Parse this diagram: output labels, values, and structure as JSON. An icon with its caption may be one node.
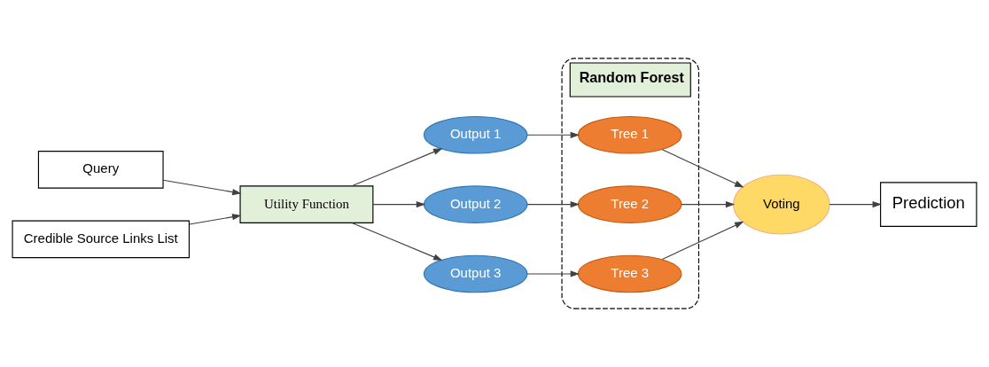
{
  "diagram": {
    "nodes": [
      {
        "text": [
          "Query"
        ]
      },
      {
        "text": [
          "Credible Source Links List"
        ]
      },
      {
        "text": [
          "Utility Function"
        ]
      },
      {
        "text": [
          "Output 1"
        ]
      },
      {
        "text": [
          "Output 2"
        ]
      },
      {
        "text": [
          "Output 3"
        ]
      },
      {
        "text": [
          "Random Forest"
        ]
      },
      {
        "text": [
          "Tree 1"
        ],
        "in": 6
      },
      {
        "text": [
          "Tree 2"
        ],
        "in": 6
      },
      {
        "text": [
          "Tree 3"
        ],
        "in": 6
      },
      {
        "text": [
          "Voting"
        ]
      },
      {
        "text": [
          "Prediction"
        ]
      }
    ],
    "edges": [
      {
        "from": 0,
        "to": 2,
        "arrow": "to"
      },
      {
        "from": 1,
        "to": 2,
        "arrow": "to"
      },
      {
        "from": 2,
        "to": 3,
        "arrow": "to"
      },
      {
        "from": 2,
        "to": 4,
        "arrow": "to"
      },
      {
        "from": 2,
        "to": 5,
        "arrow": "to"
      },
      {
        "from": 3,
        "to": 7,
        "arrow": "to"
      },
      {
        "from": 4,
        "to": 8,
        "arrow": "to"
      },
      {
        "from": 5,
        "to": 9,
        "arrow": "to"
      },
      {
        "from": 7,
        "to": 10,
        "arrow": "to"
      },
      {
        "from": 8,
        "to": 10,
        "arrow": "to"
      },
      {
        "from": 9,
        "to": 10,
        "arrow": "to"
      },
      {
        "from": 10,
        "to": 11,
        "arrow": "to"
      }
    ]
  }
}
